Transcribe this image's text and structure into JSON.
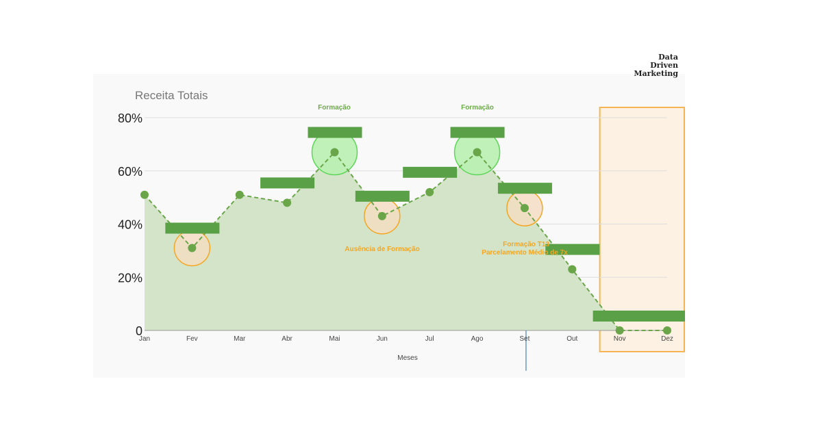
{
  "brand": {
    "line1": "Data",
    "line2": "Driven",
    "line3": "Marketing"
  },
  "chart_data": {
    "type": "area",
    "title": "Receita Totais",
    "xlabel": "Meses",
    "ylabel": "",
    "categories": [
      "Jan",
      "Fev",
      "Mar",
      "Abr",
      "Mai",
      "Jun",
      "Jul",
      "Ago",
      "Set",
      "Out",
      "Nov",
      "Dez"
    ],
    "values": [
      51,
      31,
      51,
      48,
      67,
      43,
      52,
      67,
      46,
      23,
      0,
      0
    ],
    "ylim": [
      0,
      80
    ],
    "yticks": [
      0,
      20,
      40,
      60,
      80
    ],
    "ytick_labels": [
      "0",
      "20%",
      "40%",
      "60%",
      "80%"
    ],
    "grid": true,
    "highlight_region": [
      "Nov",
      "Dez"
    ],
    "marker_line": "Set",
    "annotations": [
      {
        "text": "Formação",
        "category": "Mai",
        "color": "#6dab4a"
      },
      {
        "text": "Formação",
        "category": "Ago",
        "color": "#6dab4a"
      },
      {
        "text": "Ausência de Formação",
        "category": "Jun",
        "color": "#f5a623"
      },
      {
        "text": "Formação T13",
        "category": "Set",
        "color": "#f5a623"
      },
      {
        "text": "Parcelamento Médio de 7x",
        "category": "Set",
        "color": "#f5a623"
      }
    ],
    "highlighted_points": [
      {
        "category": "Fev",
        "kind": "orange"
      },
      {
        "category": "Mai",
        "kind": "green"
      },
      {
        "category": "Jun",
        "kind": "orange"
      },
      {
        "category": "Ago",
        "kind": "green"
      },
      {
        "category": "Set",
        "kind": "orange"
      }
    ],
    "redacted_labels": [
      "Fev",
      "Abr",
      "Mai",
      "Jun",
      "Jul",
      "Ago",
      "Set",
      "Out",
      "Nov",
      "Dez"
    ],
    "colors": {
      "area": "#d3e4c8",
      "line": "#6aa549",
      "point": "#6aa549",
      "grid": "#dddddd",
      "highlight_green_fill": "#b8f0b0",
      "highlight_green_stroke": "#5fd55a",
      "highlight_orange_fill": "#f5dcc0",
      "highlight_orange_stroke": "#f5a623",
      "label_box": "#5aa046",
      "region_fill": "#fdf1e3",
      "region_stroke": "#f5b555",
      "marker_line": "#6699cc"
    }
  }
}
